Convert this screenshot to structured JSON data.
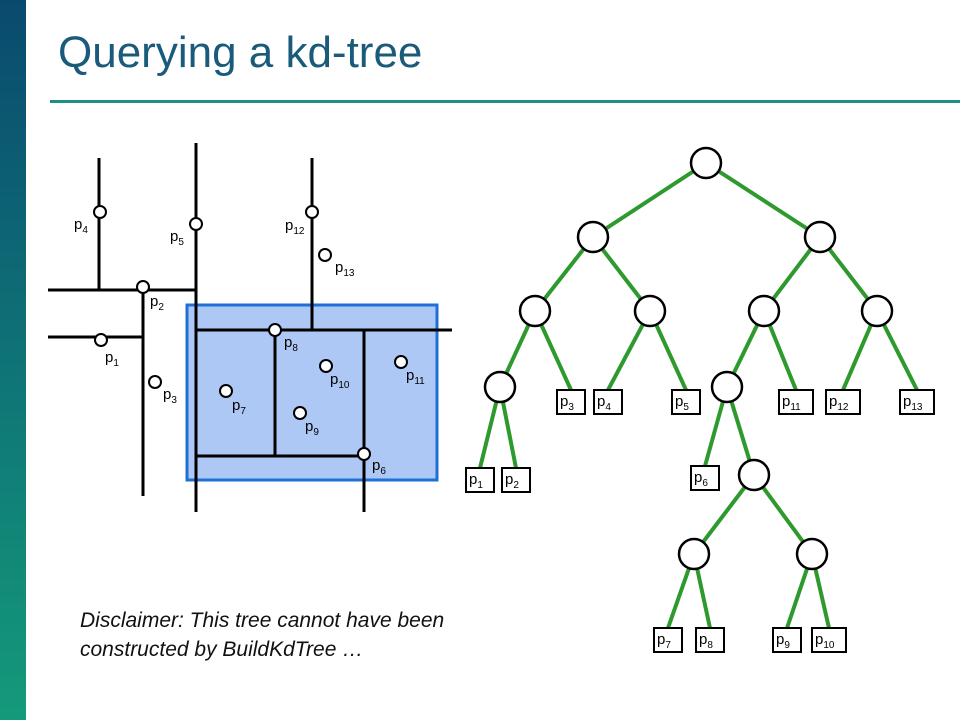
{
  "title": "Querying a kd-tree",
  "disclaimer": "Disclaimer: This tree cannot have been constructed by BuildKdTree …",
  "colors": {
    "sidebar_top": "#0a4a6e",
    "sidebar_bottom": "#149a7a",
    "title": "#1a5a7a",
    "rule": "#1e8f86",
    "query_region_fill": "#adc8f5",
    "query_region_stroke": "#1f6fd8",
    "tree_edge": "#2e9a2e"
  },
  "points": [
    {
      "id": "p1",
      "base": "p",
      "sub": "1"
    },
    {
      "id": "p2",
      "base": "p",
      "sub": "2"
    },
    {
      "id": "p3",
      "base": "p",
      "sub": "3"
    },
    {
      "id": "p4",
      "base": "p",
      "sub": "4"
    },
    {
      "id": "p5",
      "base": "p",
      "sub": "5"
    },
    {
      "id": "p6",
      "base": "p",
      "sub": "6"
    },
    {
      "id": "p7",
      "base": "p",
      "sub": "7"
    },
    {
      "id": "p8",
      "base": "p",
      "sub": "8"
    },
    {
      "id": "p9",
      "base": "p",
      "sub": "9"
    },
    {
      "id": "p10",
      "base": "p",
      "sub": "10"
    },
    {
      "id": "p11",
      "base": "p",
      "sub": "11"
    },
    {
      "id": "p12",
      "base": "p",
      "sub": "12"
    },
    {
      "id": "p13",
      "base": "p",
      "sub": "13"
    }
  ],
  "tree": {
    "nodes": [
      "root",
      "a",
      "b",
      "c",
      "d",
      "e",
      "f",
      "g",
      "h",
      "i",
      "j",
      "k",
      "l",
      "m",
      "p1",
      "p2",
      "p3",
      "p4",
      "p5",
      "p6",
      "p7",
      "p8",
      "p9",
      "p10",
      "p11",
      "p12",
      "p13"
    ],
    "edges": [
      [
        "root",
        "a"
      ],
      [
        "root",
        "b"
      ],
      [
        "a",
        "c"
      ],
      [
        "a",
        "d"
      ],
      [
        "b",
        "e"
      ],
      [
        "b",
        "f"
      ],
      [
        "c",
        "g"
      ],
      [
        "c",
        "p3"
      ],
      [
        "d",
        "p4"
      ],
      [
        "d",
        "p5"
      ],
      [
        "e",
        "h"
      ],
      [
        "e",
        "p11"
      ],
      [
        "f",
        "p12"
      ],
      [
        "f",
        "p13"
      ],
      [
        "g",
        "p1"
      ],
      [
        "g",
        "p2"
      ],
      [
        "h",
        "p6"
      ],
      [
        "h",
        "i"
      ],
      [
        "i",
        "j"
      ],
      [
        "i",
        "k"
      ],
      [
        "j",
        "p7"
      ],
      [
        "j",
        "p8"
      ],
      [
        "k",
        "p9"
      ],
      [
        "k",
        "p10"
      ]
    ]
  }
}
